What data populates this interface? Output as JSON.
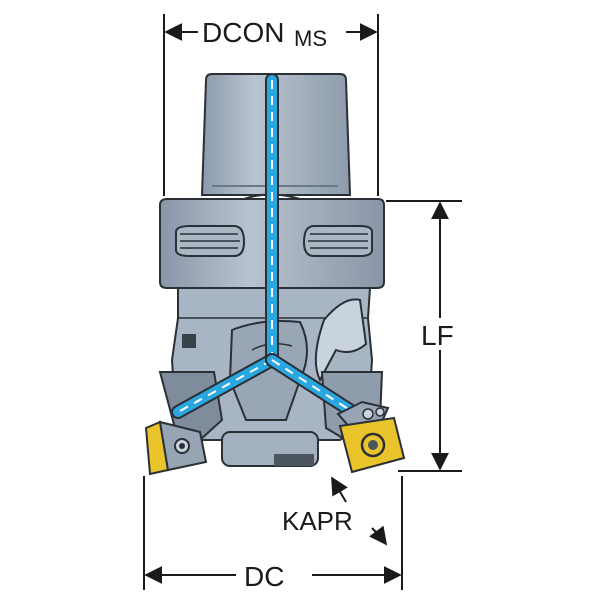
{
  "labels": {
    "dcon_main": "DCON",
    "dcon_sub": "MS",
    "lf": "LF",
    "kapr": "KAPR",
    "dc": "DC"
  },
  "colors": {
    "body_fill": "#a6b3c2",
    "body_dark": "#76859a",
    "body_light": "#c9d3de",
    "outline": "#2b2f36",
    "coolant": "#2aa6e0",
    "insert_gold": "#e9c42a",
    "dimension_line": "#1a1a1a"
  },
  "icons": {
    "cutter": "milling-cutter-drawing",
    "insert": "cutting-insert"
  }
}
